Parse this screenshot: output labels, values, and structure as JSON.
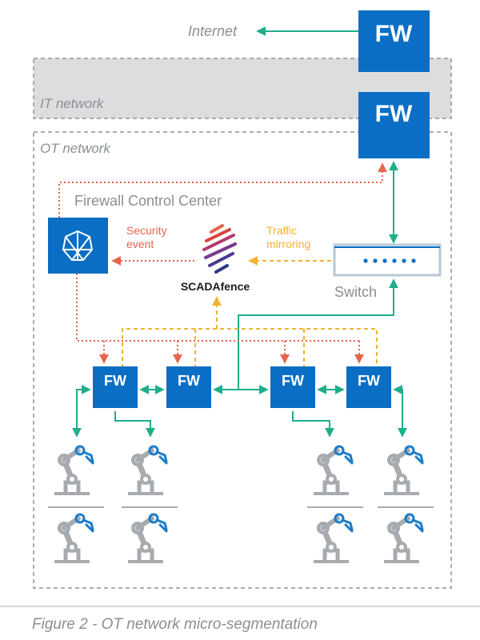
{
  "labels": {
    "internet": "Internet",
    "it_network": "IT network",
    "ot_network": "OT network",
    "firewall_control_center": "Firewall Control Center",
    "security_event": [
      "Security",
      "event"
    ],
    "traffic_mirroring": [
      "Traffic",
      "mirroring"
    ],
    "scadafence": "SCADAfence",
    "switch": "Switch",
    "fw": "FW"
  },
  "caption": "Figure 2 - OT network micro-segmentation",
  "colors": {
    "fw_blue": "#0a6fc4",
    "green_link": "#1fae8c",
    "red_dotted": "#e4664d",
    "yellow_dashed": "#f2b233",
    "text_gray": "#8a8f94",
    "zone_border": "#8f9499",
    "it_zone_fill": "#dcdddf",
    "robot_gray": "#a7abb0",
    "robot_blue": "#1c7cc8"
  },
  "icons": {
    "firewall_control_center": "globe-icon",
    "scadafence": "scadafence-logo",
    "switch": "switch-icon",
    "robot": "robot-arm-icon"
  }
}
